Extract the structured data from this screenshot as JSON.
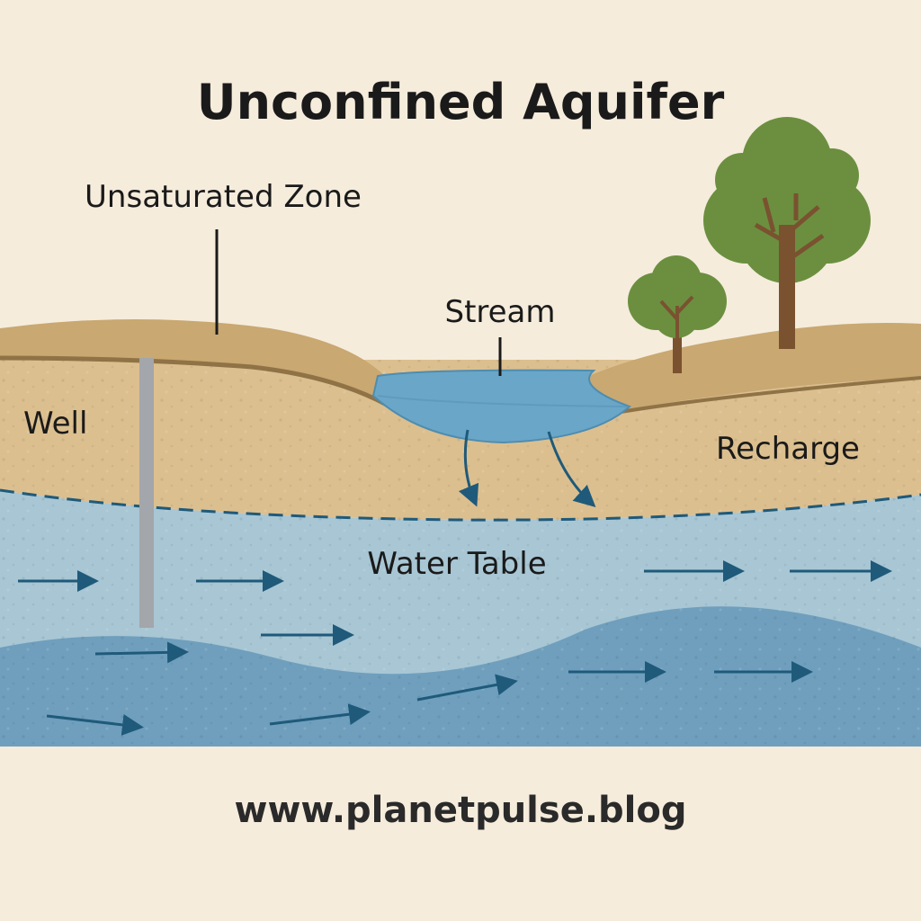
{
  "title": "Unconfined Aquifer",
  "labels": {
    "unsaturated_zone": "Unsaturated Zone",
    "stream": "Stream",
    "well": "Well",
    "recharge": "Recharge",
    "water_table": "Water Table"
  },
  "footer": {
    "url": "www.planetpulse.blog"
  },
  "colors": {
    "background": "#f5ecdc",
    "topsoil": "#c9a871",
    "sand": "#dcbf8f",
    "water_upper": "#a8c6d4",
    "water_lower": "#6f9fbd",
    "stream": "#6aa6c8",
    "arrow": "#1f5a7a",
    "tree_foliage": "#6b8f3f",
    "trunk": "#7a5230",
    "well_pipe": "#a3a6aa"
  }
}
